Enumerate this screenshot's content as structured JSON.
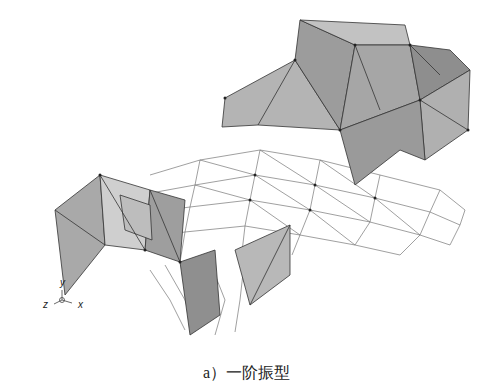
{
  "diagram": {
    "caption": "a）一阶振型",
    "labels": [
      "y",
      "z",
      "x"
    ]
  }
}
